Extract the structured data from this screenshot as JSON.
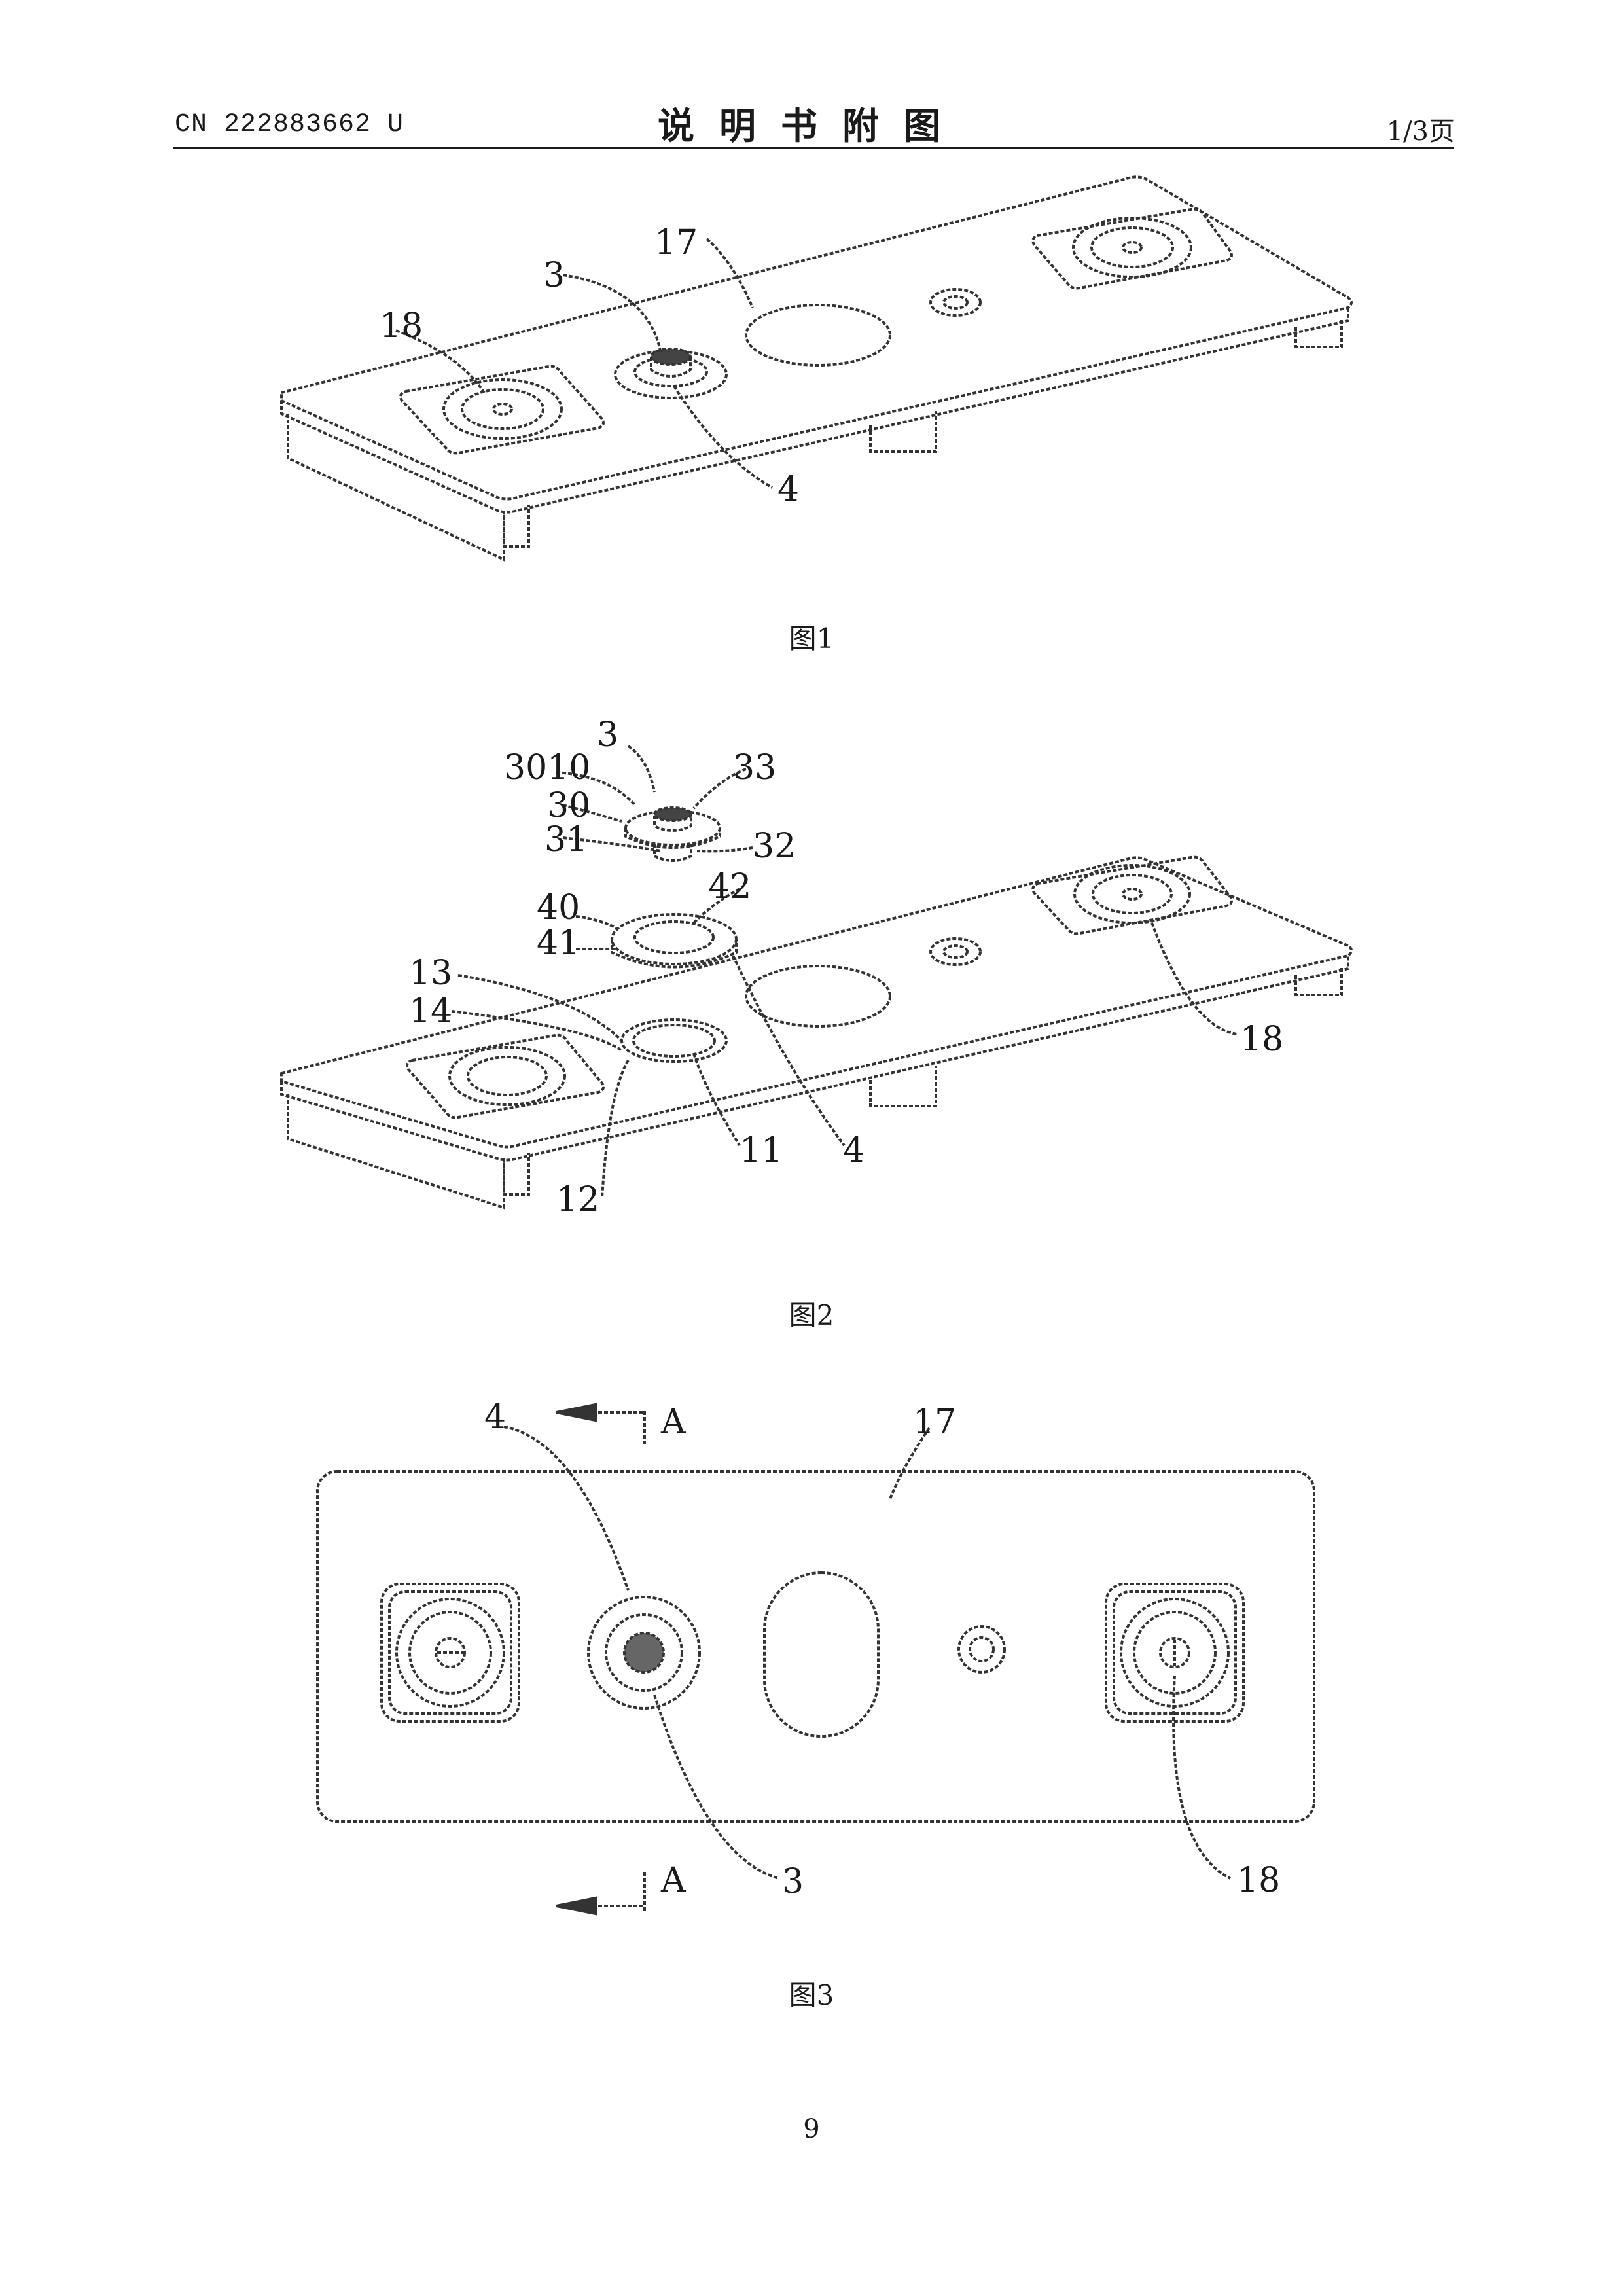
{
  "header": {
    "doc_number": "CN 222883662 U",
    "title": "说明书附图",
    "page_of": "1/3页"
  },
  "figures": [
    {
      "caption": "图1",
      "labels": [
        "17",
        "3",
        "18",
        "4"
      ]
    },
    {
      "caption": "图2",
      "labels": [
        "3",
        "3010",
        "33",
        "30",
        "31",
        "32",
        "40",
        "42",
        "41",
        "13",
        "14",
        "18",
        "4",
        "11",
        "12"
      ]
    },
    {
      "caption": "图3",
      "labels": [
        "4",
        "A",
        "17",
        "A",
        "3",
        "18"
      ]
    }
  ],
  "page_number": "9"
}
